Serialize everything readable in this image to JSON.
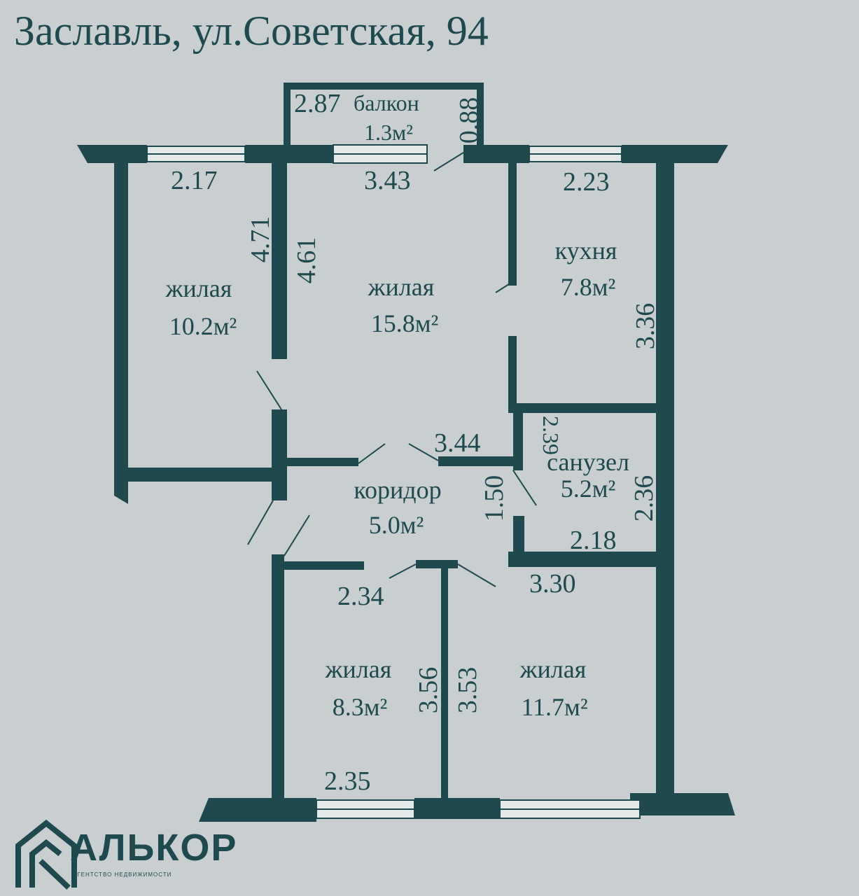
{
  "title": "Заславль, ул.Советская, 94",
  "rooms": {
    "room1": {
      "name": "жилая",
      "area": "10.2м²"
    },
    "room2": {
      "name": "жилая",
      "area": "15.8м²"
    },
    "kitchen": {
      "name": "кухня",
      "area": "7.8м²"
    },
    "balcony": {
      "name": "балкон",
      "area": "1.3м²"
    },
    "bathroom": {
      "name": "санузел",
      "area": "5.2м²"
    },
    "corridor": {
      "name": "коридор",
      "area": "5.0м²"
    },
    "room3": {
      "name": "жилая",
      "area": "8.3м²"
    },
    "room4": {
      "name": "жилая",
      "area": "11.7м²"
    }
  },
  "dimensions": {
    "d_2_87": "2.87",
    "d_0_88": "0.88",
    "d_2_17": "2.17",
    "d_3_43": "3.43",
    "d_2_23": "2.23",
    "d_4_71": "4.71",
    "d_4_61": "4.61",
    "d_3_36": "3.36",
    "d_2_39": "2.39",
    "d_3_44": "3.44",
    "d_1_50": "1.50",
    "d_2_36": "2.36",
    "d_2_18": "2.18",
    "d_2_34": "2.34",
    "d_3_30": "3.30",
    "d_3_56": "3.56",
    "d_3_53": "3.53",
    "d_2_35": "2.35"
  },
  "logo": {
    "brand": "АЛЬКОР",
    "tagline": "АГЕНТСТВО НЕДВИЖИМОСТИ"
  },
  "colors": {
    "background": "#c9cfd1",
    "wall": "#1e4a4f"
  }
}
